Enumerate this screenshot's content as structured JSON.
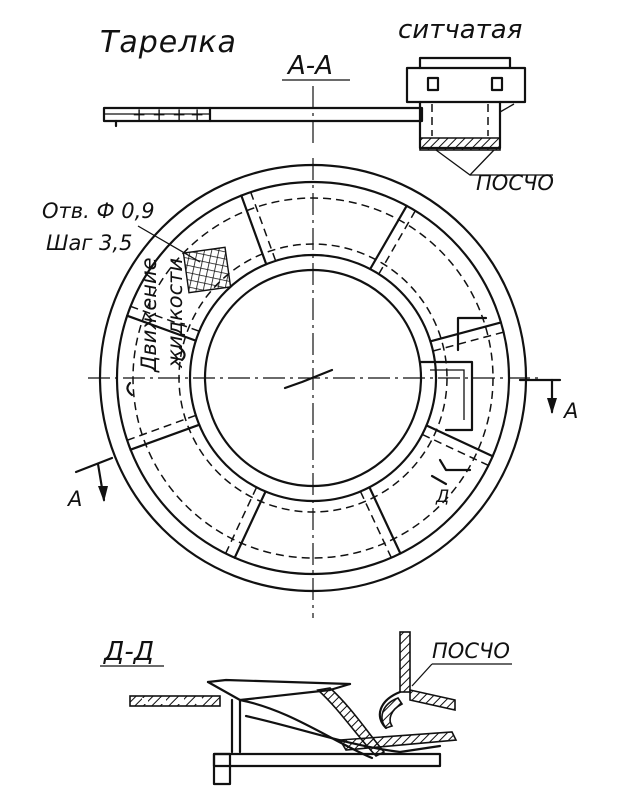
{
  "title": "Тарелка",
  "title_suffix": "ситчатая",
  "section_aa": "А-А",
  "section_dd": "Д-Д",
  "material_label_top": "ПОСЧО",
  "material_label_bottom": "ПОСЧО",
  "hole_spec": "Отв. Ф 0,9",
  "pitch_spec": "Шаг 3,5",
  "flow_label_line1": "Движение",
  "flow_label_line2": "жидкости",
  "cut_mark_a": "А",
  "cut_mark_d": "Д"
}
